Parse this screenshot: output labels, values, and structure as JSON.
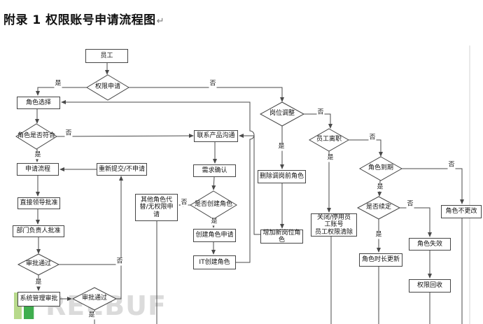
{
  "document": {
    "title": "附录 1 权限账号申请流程图",
    "paragraph_mark": "↵"
  },
  "watermark": {
    "brand_text": "REEBUF",
    "icon": "freebuf-logo-icon",
    "text_color": "#dbdbdb",
    "icon_colors": {
      "light": "#b7d98b",
      "dark": "#3fae4e"
    }
  },
  "flowchart": {
    "line_color": "#4a4a4a",
    "nodes": [
      {
        "id": "employee",
        "shape": "rect",
        "label": "员工"
      },
      {
        "id": "permission-request",
        "shape": "diamond",
        "label": "权限申请"
      },
      {
        "id": "role-selection",
        "shape": "rect",
        "label": "角色选择"
      },
      {
        "id": "role-match",
        "shape": "diamond",
        "label": "角色是否符合"
      },
      {
        "id": "application-process",
        "shape": "rect",
        "label": "申请流程"
      },
      {
        "id": "resubmit-no-apply",
        "shape": "rect",
        "label": "重新提交/不申请"
      },
      {
        "id": "direct-leader-approval",
        "shape": "rect",
        "label": "直接领导批准"
      },
      {
        "id": "dept-head-approval",
        "shape": "rect",
        "label": "部门负责人批准"
      },
      {
        "id": "approval-pass-1",
        "shape": "diamond",
        "label": "审批通过"
      },
      {
        "id": "system-admin-approval",
        "shape": "rect",
        "label": "系统管理审批"
      },
      {
        "id": "approval-pass-2",
        "shape": "diamond",
        "label": "审批通过"
      },
      {
        "id": "other-role-substitute",
        "shape": "rect",
        "label": "其他角色代\n替/无权限申\n请"
      },
      {
        "id": "contact-product",
        "shape": "rect",
        "label": "联系产品沟通"
      },
      {
        "id": "requirement-confirm",
        "shape": "rect",
        "label": "需求确认"
      },
      {
        "id": "create-role-question",
        "shape": "diamond",
        "label": "是否创建角色"
      },
      {
        "id": "create-role-request",
        "shape": "rect",
        "label": "创建角色申请"
      },
      {
        "id": "it-create-role",
        "shape": "rect",
        "label": "IT创建角色"
      },
      {
        "id": "position-adjust",
        "shape": "diamond",
        "label": "岗位调整"
      },
      {
        "id": "delete-old-role",
        "shape": "rect",
        "label": "删除调岗前角色"
      },
      {
        "id": "add-new-role",
        "shape": "rect",
        "label": "增加新岗位角\n色"
      },
      {
        "id": "employee-resign",
        "shape": "diamond",
        "label": "员工离职"
      },
      {
        "id": "close-account",
        "shape": "rect",
        "label": "关闭/停用员\n工账号\n员工权限清除"
      },
      {
        "id": "role-expired",
        "shape": "diamond",
        "label": "角色到期"
      },
      {
        "id": "renew-question",
        "shape": "diamond",
        "label": "是否续定"
      },
      {
        "id": "role-duration-update",
        "shape": "rect",
        "label": "角色时长更新"
      },
      {
        "id": "role-invalid",
        "shape": "rect",
        "label": "角色失效"
      },
      {
        "id": "permission-recycle",
        "shape": "rect",
        "label": "权限回收"
      },
      {
        "id": "role-unchanged",
        "shape": "rect",
        "label": "角色不更改"
      }
    ],
    "edge_labels": [
      {
        "id": "yes-permission-request",
        "text": "是"
      },
      {
        "id": "no-permission-request",
        "text": "否"
      },
      {
        "id": "no-role-match",
        "text": "否"
      },
      {
        "id": "yes-role-match",
        "text": "是"
      },
      {
        "id": "no-approval-pass-1",
        "text": "否"
      },
      {
        "id": "yes-approval-pass-1",
        "text": "是"
      },
      {
        "id": "yes-approval-pass-2",
        "text": "是"
      },
      {
        "id": "no-create-role",
        "text": "否"
      },
      {
        "id": "yes-create-role",
        "text": "是"
      },
      {
        "id": "yes-position-adjust",
        "text": "是"
      },
      {
        "id": "no-position-adjust",
        "text": "否"
      },
      {
        "id": "yes-employee-resign",
        "text": "是"
      },
      {
        "id": "no-employee-resign",
        "text": "否"
      },
      {
        "id": "no-role-expired",
        "text": "否"
      },
      {
        "id": "yes-role-expired",
        "text": "是"
      },
      {
        "id": "no-renew",
        "text": "否"
      },
      {
        "id": "yes-renew",
        "text": "是"
      }
    ]
  }
}
